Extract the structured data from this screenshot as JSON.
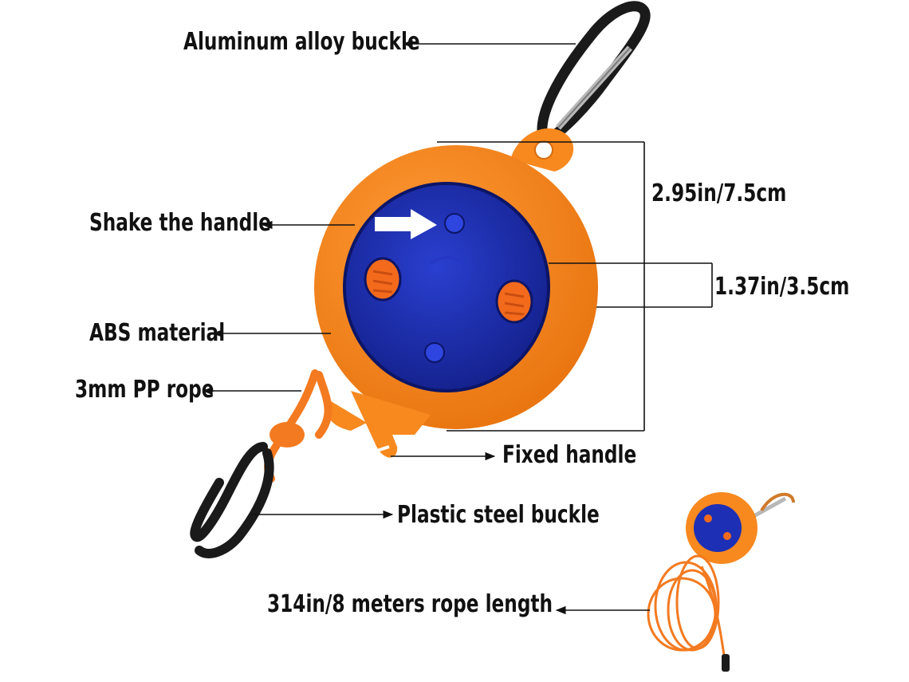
{
  "labels": {
    "aluminum_buckle": "Aluminum alloy buckle",
    "shake_handle": "Shake the handle",
    "abs_material": "ABS material",
    "pp_rope": "3mm PP rope",
    "fixed_handle": "Fixed handle",
    "plastic_buckle": "Plastic steel buckle",
    "rope_length": "314in/8 meters rope length",
    "dim_outer": "2.95in/7.5cm",
    "dim_inner": "1.37in/3.5cm"
  },
  "colors": {
    "body": "#f7891f",
    "body_shade": "#e06e0c",
    "disc": "#1d2fb5",
    "disc_dark": "#13208a",
    "hook_black": "#1a1a1a",
    "steel": "#b8b8b8",
    "rope": "#f37a20",
    "line": "#111111"
  },
  "icons": [
    "white-arrow-icon",
    "carabiner-icon",
    "plastic-hook-icon"
  ]
}
